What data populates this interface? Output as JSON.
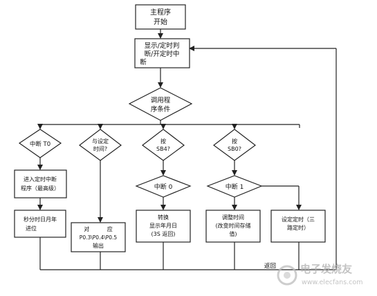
{
  "nodes": {
    "start": [
      "主程序",
      "开始"
    ],
    "display": [
      "显示/定时判",
      "断/开定时中",
      "断"
    ],
    "call": [
      "调用程",
      "序条件"
    ],
    "d_t0": [
      "中断 T0"
    ],
    "d_settime": [
      "与设定",
      "时间?"
    ],
    "d_sb4": [
      "按",
      "SB4?"
    ],
    "d_sb0": [
      "按",
      "SB0?"
    ],
    "int_timer": [
      "进入定时中断",
      "程序（最高级）"
    ],
    "int0": [
      "中断 0"
    ],
    "int1": [
      "中断 1"
    ],
    "secmin": [
      "秒分时日月年",
      "进位"
    ],
    "output": [
      "对          应",
      "P0.3\\P0.4\\P0.5",
      "输出"
    ],
    "switch": [
      "转换",
      "显示年月日",
      "(3S 返回)"
    ],
    "adjust": [
      "调整时间",
      "(改变时间存储",
      "值)"
    ],
    "settimer": [
      "设定定时（三",
      "路定时）"
    ]
  },
  "return_label": "返回",
  "watermark": {
    "brand": "电子发烧友",
    "url": "www.elecfans.com"
  }
}
